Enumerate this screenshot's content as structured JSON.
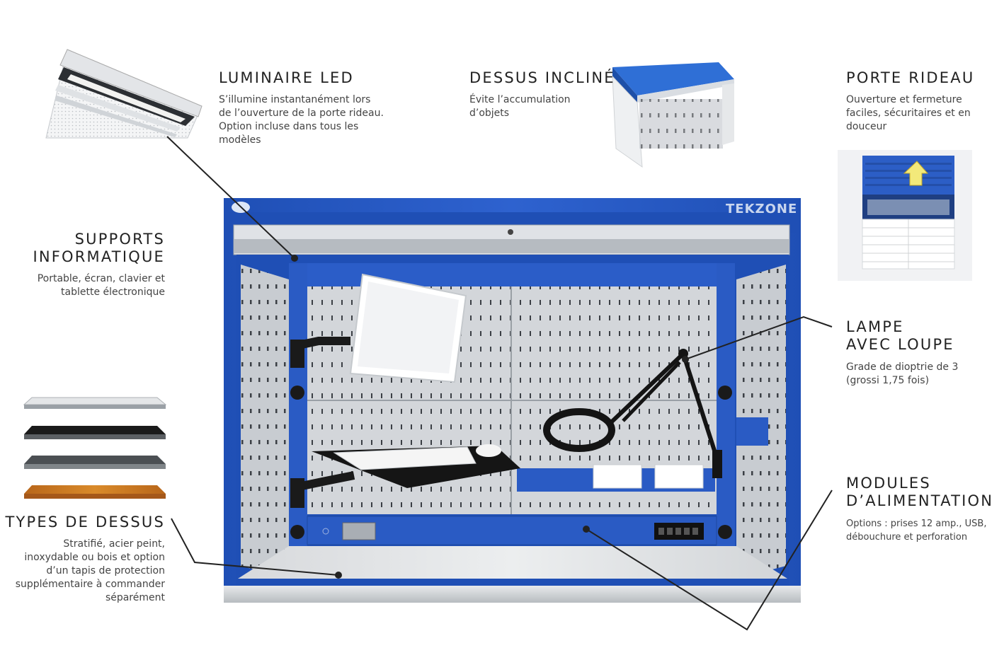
{
  "features": {
    "luminaire": {
      "title": "LUMINAIRE LED",
      "description": "S’illumine instantanément lors\nde l’ouverture de la porte rideau.\nOption incluse dans tous les\nmodèles"
    },
    "dessus_incline": {
      "title": "DESSUS INCLINÉ",
      "description": "Évite l’accumulation\nd’objets"
    },
    "porte_rideau": {
      "title": "PORTE RIDEAU",
      "description": "Ouverture et fermeture\nfaciles, sécuritaires et en\ndouceur"
    },
    "supports": {
      "title": "SUPPORTS\nINFORMATIQUE",
      "description": "Portable, écran, clavier et\ntablette électronique"
    },
    "lampe": {
      "title": "LAMPE\nAVEC LOUPE",
      "description": "Grade de dioptrie de 3\n(grossi 1,75 fois)"
    },
    "modules": {
      "title": "MODULES\nD’ALIMENTATION",
      "description": "Options :  prises 12 amp., USB,\ndébouchure et perforation"
    },
    "types_dessus": {
      "title": "TYPES DE DESSUS",
      "description": "Stratifié, acier peint,\ninoxydable ou bois et option\nd’un tapis de protection\nsupplémentaire à commander\nséparément"
    }
  },
  "brand": {
    "logo_text": "TEKZONE"
  },
  "colors": {
    "cabinet_blue": "#2a5bc4",
    "steel": "#c9cdd2",
    "black_top": "#1a1a1a",
    "wood_top": "#c8751f"
  },
  "top_swatches": [
    "stainless-steel",
    "black-laminate",
    "grey-painted-steel",
    "wood"
  ]
}
